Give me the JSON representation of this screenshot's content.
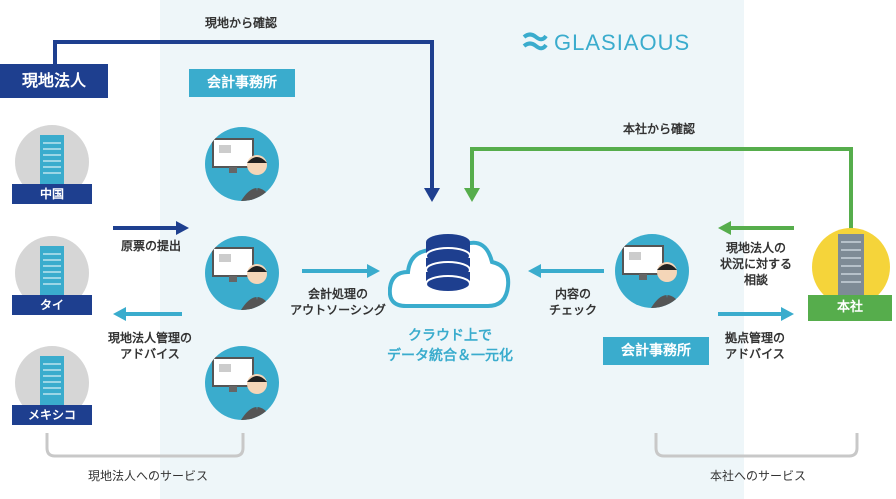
{
  "brand": {
    "name": "GLASIAOUS"
  },
  "tags": {
    "local_corp": "現地法人",
    "accounting_left": "会計事務所",
    "accounting_right": "会計事務所",
    "china": "中国",
    "thailand": "タイ",
    "mexico": "メキシコ",
    "hq": "本社"
  },
  "labels": {
    "confirm_local": "現地から確認",
    "confirm_hq": "本社から確認",
    "submit_vouchers": "原票の提出",
    "advice_local": "現地法人管理の\nアドバイス",
    "outsourcing": "会計処理の\nアウトソーシング",
    "cloud": "クラウド上で\nデータ統合＆一元化",
    "check": "内容の\nチェック",
    "consult": "現地法人の\n状況に対する\n相談",
    "advice_hq": "拠点管理の\nアドバイス",
    "service_local": "現地法人へのサービス",
    "service_hq": "本社へのサービス"
  },
  "colors": {
    "navy": "#1e3f8f",
    "cyan": "#3aaccd",
    "green": "#56ad4c",
    "yellow": "#f5d43a",
    "panel": "#eef6f9"
  }
}
